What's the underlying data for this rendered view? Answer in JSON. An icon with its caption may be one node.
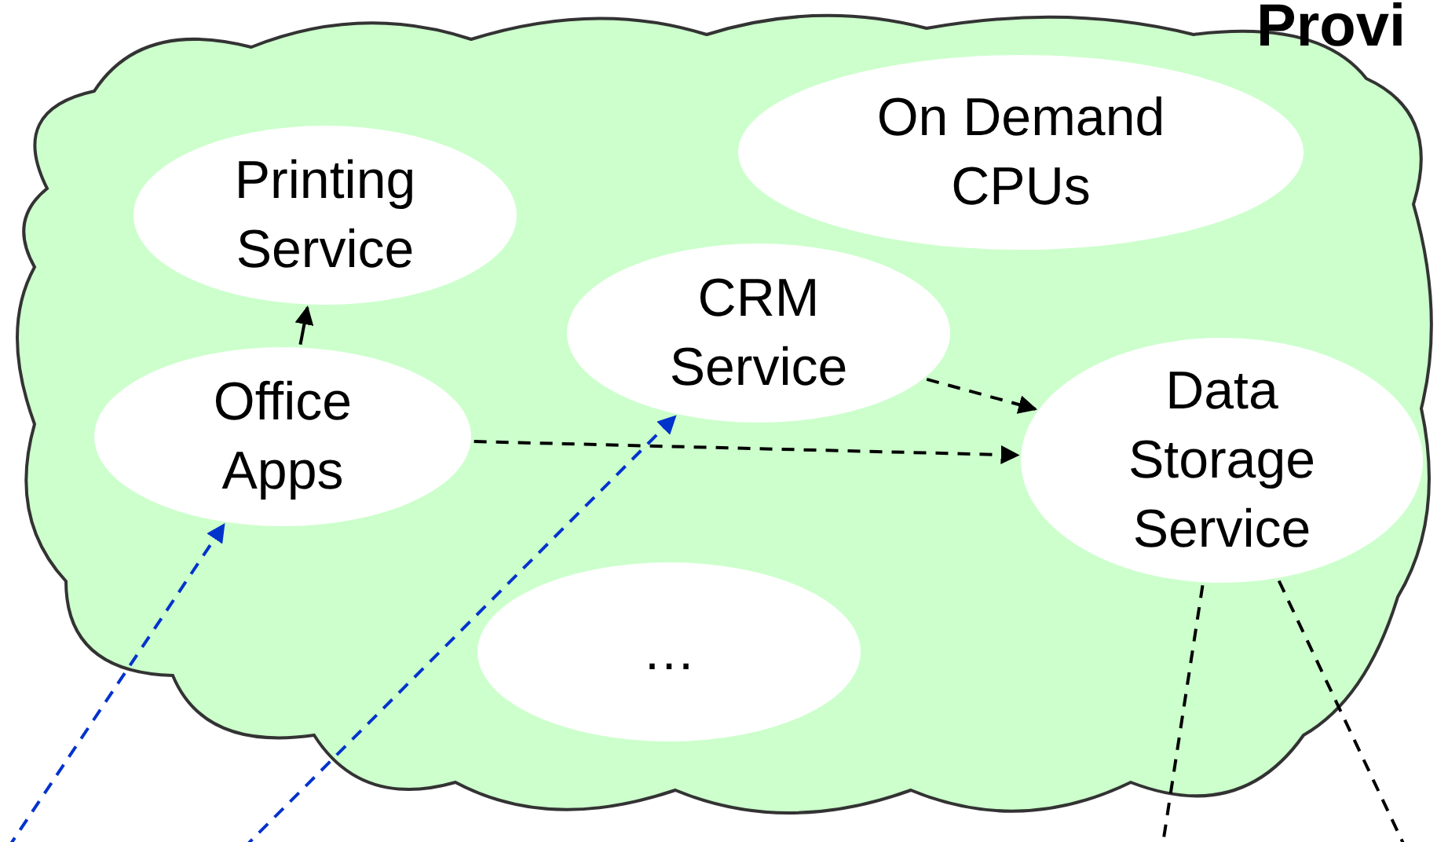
{
  "diagram": {
    "title": "Provi",
    "nodes": [
      {
        "text": [],
        "shape": "cloud"
      },
      {
        "text": [
          "Printing Service"
        ],
        "in": 0
      },
      {
        "text": [
          "On Demand CPUs"
        ],
        "in": 0
      },
      {
        "text": [
          "CRM Service"
        ],
        "in": 0
      },
      {
        "text": [
          "Office Apps"
        ],
        "in": 0
      },
      {
        "text": [
          "Data Storage Service"
        ],
        "in": 0
      },
      {
        "text": [
          "…"
        ],
        "in": 0
      }
    ],
    "edges": [
      {
        "from": 4,
        "to": 1,
        "arrow": "to"
      },
      {
        "from": 3,
        "to": 5,
        "arrow": "to",
        "style": "dashed"
      },
      {
        "from": 4,
        "to": 5,
        "arrow": "to",
        "style": "dashed"
      },
      {
        "from": null,
        "to": 4,
        "arrow": "to",
        "style": "dashed",
        "color": "#0033cc"
      },
      {
        "from": null,
        "to": 3,
        "arrow": "to",
        "style": "dashed",
        "color": "#0033cc"
      },
      {
        "from": 5,
        "to": null,
        "arrow": "none",
        "style": "dashed"
      },
      {
        "from": 5,
        "to": null,
        "arrow": "none",
        "style": "dashed"
      }
    ]
  }
}
